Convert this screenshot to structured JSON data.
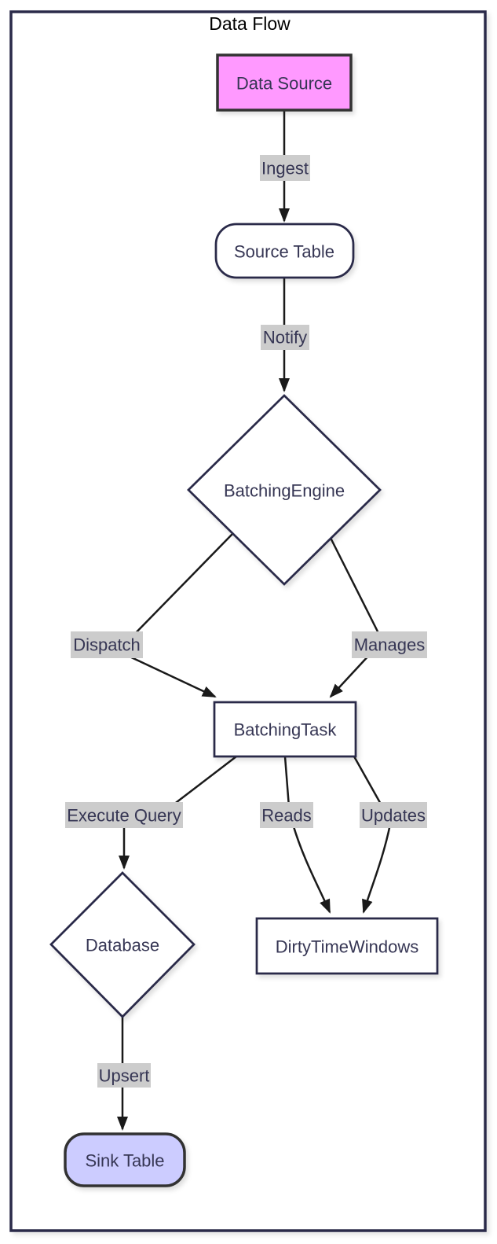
{
  "diagram": {
    "title": "Data Flow",
    "nodes": {
      "data_source": {
        "label": "Data Source",
        "shape": "rectangle",
        "fill": "#ff99ff",
        "stroke": "#333333"
      },
      "source_table": {
        "label": "Source Table",
        "shape": "rounded",
        "fill": "#ffffff",
        "stroke": "#2b2b4a"
      },
      "batching_engine": {
        "label": "BatchingEngine",
        "shape": "diamond",
        "fill": "#ffffff",
        "stroke": "#2b2b4a"
      },
      "batching_task": {
        "label": "BatchingTask",
        "shape": "rectangle",
        "fill": "#ffffff",
        "stroke": "#2b2b4a"
      },
      "database": {
        "label": "Database",
        "shape": "diamond",
        "fill": "#ffffff",
        "stroke": "#2b2b4a"
      },
      "dirty_time_windows": {
        "label": "DirtyTimeWindows",
        "shape": "rectangle",
        "fill": "#ffffff",
        "stroke": "#2b2b4a"
      },
      "sink_table": {
        "label": "Sink Table",
        "shape": "rounded",
        "fill": "#ccccff",
        "stroke": "#333333"
      }
    },
    "edges": [
      {
        "from": "Data Source",
        "to": "Source Table",
        "label": "Ingest"
      },
      {
        "from": "Source Table",
        "to": "BatchingEngine",
        "label": "Notify"
      },
      {
        "from": "BatchingEngine",
        "to": "BatchingTask",
        "label": "Dispatch"
      },
      {
        "from": "BatchingEngine",
        "to": "BatchingTask",
        "label": "Manages"
      },
      {
        "from": "BatchingTask",
        "to": "Database",
        "label": "Execute Query"
      },
      {
        "from": "BatchingTask",
        "to": "DirtyTimeWindows",
        "label": "Reads"
      },
      {
        "from": "BatchingTask",
        "to": "DirtyTimeWindows",
        "label": "Updates"
      },
      {
        "from": "Database",
        "to": "Sink Table",
        "label": "Upsert"
      }
    ],
    "style": {
      "edge_color": "#1a1a1a",
      "edge_label_background": "#cccccc",
      "node_text_color": "#363654",
      "title_color": "#000000",
      "frame_border_color": "#2b2b4a",
      "background_color": "#ffffff"
    }
  }
}
